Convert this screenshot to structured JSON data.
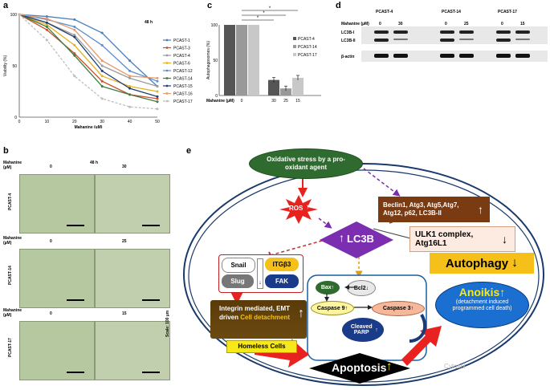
{
  "panel_a": {
    "label": "a",
    "timepoint": "48 h",
    "chart_data": {
      "type": "line",
      "xlabel": "Mahanine (µM)",
      "ylabel": "Viability (%)",
      "x": [
        0,
        10,
        20,
        30,
        40,
        50
      ],
      "xlim": [
        0,
        50
      ],
      "ylim": [
        0,
        100
      ],
      "xticks": [
        "0",
        "10",
        "20",
        "30",
        "40",
        "50"
      ],
      "yticks": [
        "0",
        "50",
        "100"
      ],
      "series": [
        {
          "name": "PCAST-1",
          "color": "#4a7fc1",
          "dash": "",
          "values": [
            100,
            98,
            95,
            82,
            55,
            30
          ]
        },
        {
          "name": "PCAST-3",
          "color": "#c8502a",
          "dash": "",
          "values": [
            100,
            85,
            62,
            35,
            22,
            18
          ]
        },
        {
          "name": "PCAST-4",
          "color": "#9a9a9a",
          "dash": "",
          "values": [
            100,
            92,
            80,
            50,
            38,
            30
          ]
        },
        {
          "name": "PCAST-6",
          "color": "#e3b21c",
          "dash": "",
          "values": [
            100,
            90,
            70,
            40,
            30,
            25
          ]
        },
        {
          "name": "PCAST-12",
          "color": "#5b8fd0",
          "dash": "",
          "values": [
            100,
            95,
            88,
            70,
            45,
            35
          ]
        },
        {
          "name": "PCAST-14",
          "color": "#3f7a3f",
          "dash": "",
          "values": [
            100,
            88,
            60,
            30,
            22,
            15
          ]
        },
        {
          "name": "PCAST-15",
          "color": "#1f3f7a",
          "dash": "",
          "values": [
            100,
            92,
            78,
            45,
            28,
            20
          ]
        },
        {
          "name": "PCAST-16",
          "color": "#e89a6a",
          "dash": "",
          "values": [
            100,
            96,
            85,
            55,
            40,
            38
          ]
        },
        {
          "name": "PCAST-17",
          "color": "#bdbdbd",
          "dash": "3,2",
          "values": [
            100,
            75,
            40,
            18,
            10,
            8
          ]
        }
      ]
    }
  },
  "panel_b": {
    "label": "b",
    "mahanine_label": "Mahanine (µM)",
    "timepoint": "48 h",
    "scale_label": "Scale: 100 µm",
    "rows": [
      {
        "cell": "PCAST-4",
        "dose_left": "0",
        "dose_right": "30"
      },
      {
        "cell": "PCAST-14",
        "dose_left": "0",
        "dose_right": "25"
      },
      {
        "cell": "PCAST-17",
        "dose_left": "0",
        "dose_right": "15"
      }
    ]
  },
  "panel_c": {
    "label": "c",
    "chart_data": {
      "type": "bar",
      "ylabel": "Autophagosomes (%)",
      "xlabel": "Mahanine (µM)",
      "ylim": [
        0,
        100
      ],
      "yticks": [
        "0",
        "50",
        "100"
      ],
      "categories": [
        "0",
        "30",
        "25",
        "15"
      ],
      "series": [
        {
          "name": "PCAST-4",
          "color": "#555555",
          "values": [
            100,
            22,
            null,
            null
          ]
        },
        {
          "name": "PCAST-14",
          "color": "#999999",
          "values": [
            100,
            null,
            10,
            null
          ]
        },
        {
          "name": "PCAST-17",
          "color": "#c8c8c8",
          "values": [
            100,
            null,
            null,
            25
          ]
        }
      ],
      "significance": [
        "*",
        "*",
        "*"
      ]
    }
  },
  "panel_d": {
    "label": "d",
    "mahanine_label": "Mahanine (µM)",
    "groups": [
      {
        "name": "PCAST-4",
        "doses": [
          "0",
          "30"
        ]
      },
      {
        "name": "PCAST-14",
        "doses": [
          "0",
          "25"
        ]
      },
      {
        "name": "PCAST-17",
        "doses": [
          "0",
          "15"
        ]
      }
    ],
    "bands": [
      "LC3B-I",
      "LC3B-II",
      "β-actin"
    ]
  },
  "panel_e": {
    "label": "e",
    "oxidative_stress": "Oxidative stress by a pro-oxidant agent",
    "ros": "ROS",
    "lc3b": "LC3B",
    "beclin": "Beclin1, Atg3, Atg5,Atg7, Atg12, p62, LC3B-II",
    "ulk1": "ULK1 complex, Atg16L1",
    "autophagy": "Autophagy",
    "snail": "Snail",
    "slug": "Slug",
    "itg": "ITGβ3",
    "fak": "FAK",
    "integrin_text": "Integrin mediated, EMT driven",
    "cell_detachment": "Cell detachment",
    "homeless": "Homeless Cells",
    "bax": "Bax",
    "bcl2": "Bcl2",
    "caspase9": "Caspase 9",
    "caspase3": "Caspase 3",
    "cleaved_parp": "Cleaved PARP",
    "apoptosis": "Apoptosis",
    "anoikis": "Anoikis",
    "anoikis_desc": "(detachment induced programmed cell death)",
    "cytosol": "Cytosol",
    "colors": {
      "green": "#2f6b2f",
      "purple": "#7b2fb0",
      "brown": "#7a3a12",
      "orange": "#f6c01a",
      "blue": "#1a6fd0",
      "red": "#e8231f"
    }
  }
}
